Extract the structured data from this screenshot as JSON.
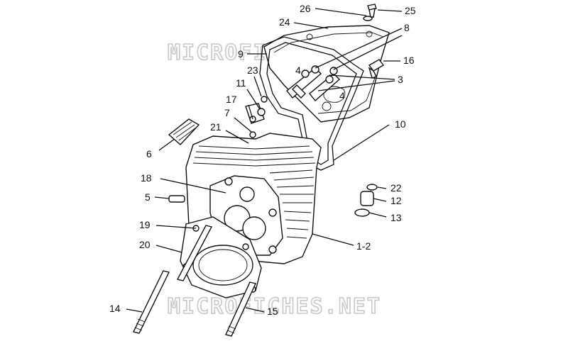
{
  "watermark": "MICROFICHES.NET",
  "callouts": [
    {
      "id": "26",
      "text": "26"
    },
    {
      "id": "25",
      "text": "25"
    },
    {
      "id": "24",
      "text": "24"
    },
    {
      "id": "8",
      "text": "8"
    },
    {
      "id": "9",
      "text": "9"
    },
    {
      "id": "16",
      "text": "16"
    },
    {
      "id": "23",
      "text": "23"
    },
    {
      "id": "4a",
      "text": "4"
    },
    {
      "id": "3",
      "text": "3"
    },
    {
      "id": "11",
      "text": "11"
    },
    {
      "id": "4b",
      "text": "4"
    },
    {
      "id": "17",
      "text": "17"
    },
    {
      "id": "7",
      "text": "7"
    },
    {
      "id": "10",
      "text": "10"
    },
    {
      "id": "21",
      "text": "21"
    },
    {
      "id": "6",
      "text": "6"
    },
    {
      "id": "18",
      "text": "18"
    },
    {
      "id": "22",
      "text": "22"
    },
    {
      "id": "5",
      "text": "5"
    },
    {
      "id": "12",
      "text": "12"
    },
    {
      "id": "13",
      "text": "13"
    },
    {
      "id": "19",
      "text": "19"
    },
    {
      "id": "1-2",
      "text": "1-2"
    },
    {
      "id": "20",
      "text": "20"
    },
    {
      "id": "14",
      "text": "14"
    },
    {
      "id": "15",
      "text": "15"
    }
  ]
}
